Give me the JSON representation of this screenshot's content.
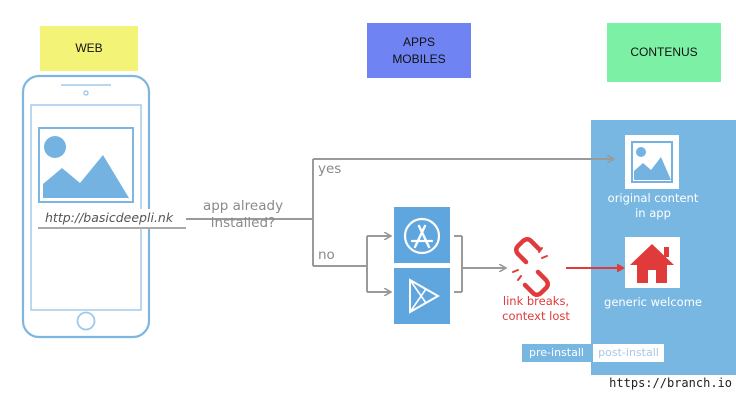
{
  "headers": {
    "web": "WEB",
    "apps_line1": "APPS",
    "apps_line2": "MOBILES",
    "content": "CONTENUS"
  },
  "phone": {
    "url": "http://basicdeepli.nk"
  },
  "decision": {
    "line1": "app already",
    "line2": "installed?",
    "yes": "yes",
    "no": "no"
  },
  "stores": {
    "app_store_icon": "app-store-icon",
    "play_store_icon": "play-store-icon"
  },
  "broken": {
    "icon": "broken-link-icon",
    "line1": "link breaks,",
    "line2": "context lost"
  },
  "content": {
    "original_line1": "original content",
    "original_line2": "in app",
    "generic": "generic welcome"
  },
  "tags": {
    "pre": "pre-install",
    "post": "post-install"
  },
  "source": "https://branch.io",
  "colors": {
    "phone_outline": "#7fb6e0",
    "image_fill": "#74b2e2",
    "arrow_gray": "#9a9a9a",
    "link_red": "#e03a3a",
    "panel_blue": "#78b7e2"
  }
}
